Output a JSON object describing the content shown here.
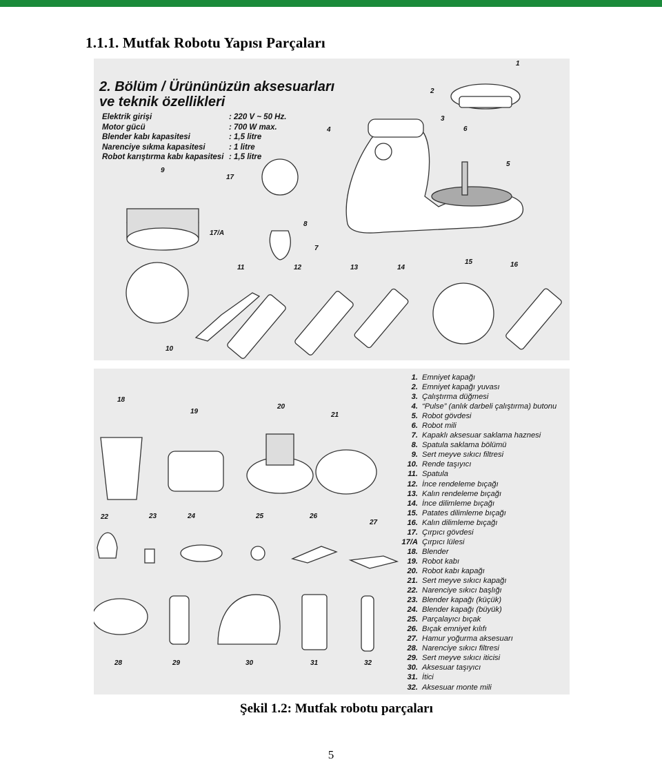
{
  "heading": "1.1.1. Mutfak Robotu Yapısı Parçaları",
  "figure_top": {
    "title": "2. Bölüm / Ürününüzün aksesuarları ve teknik özellikleri",
    "specs": [
      {
        "label": "Elektrik girişi",
        "value": ": 220 V ~ 50 Hz."
      },
      {
        "label": "Motor gücü",
        "value": ": 700 W max."
      },
      {
        "label": "Blender kabı kapasitesi",
        "value": ": 1,5 litre"
      },
      {
        "label": "Narenciye sıkma kapasitesi",
        "value": ": 1   litre"
      },
      {
        "label": "Robot karıştırma kabı kapasitesi",
        "value": ": 1,5 litre"
      }
    ],
    "numbers": [
      "1",
      "2",
      "3",
      "4",
      "5",
      "6",
      "7",
      "8",
      "9",
      "10",
      "11",
      "12",
      "13",
      "14",
      "15",
      "16",
      "17",
      "17/A"
    ]
  },
  "figure_bottom": {
    "numbers": [
      "18",
      "19",
      "20",
      "21",
      "22",
      "23",
      "24",
      "25",
      "26",
      "27",
      "28",
      "29",
      "30",
      "31",
      "32"
    ],
    "legend": [
      {
        "no": "1.",
        "text": "Emniyet kapağı"
      },
      {
        "no": "2.",
        "text": "Emniyet kapağı yuvası"
      },
      {
        "no": "3.",
        "text": "Çalıştırma düğmesi"
      },
      {
        "no": "4.",
        "text": "“Pulse” (anlık darbeli çalıştırma) butonu"
      },
      {
        "no": "5.",
        "text": "Robot gövdesi"
      },
      {
        "no": "6.",
        "text": "Robot mili"
      },
      {
        "no": "7.",
        "text": "Kapaklı aksesuar saklama haznesi"
      },
      {
        "no": "8.",
        "text": "Spatula saklama bölümü"
      },
      {
        "no": "9.",
        "text": "Sert meyve sıkıcı filtresi"
      },
      {
        "no": "10.",
        "text": "Rende taşıyıcı"
      },
      {
        "no": "11.",
        "text": "Spatula"
      },
      {
        "no": "12.",
        "text": "İnce rendeleme bıçağı"
      },
      {
        "no": "13.",
        "text": "Kalın rendeleme bıçağı"
      },
      {
        "no": "14.",
        "text": "İnce dilimleme bıçağı"
      },
      {
        "no": "15.",
        "text": "Patates dilimleme bıçağı"
      },
      {
        "no": "16.",
        "text": "Kalın dilimleme bıçağı"
      },
      {
        "no": "17.",
        "text": "Çırpıcı gövdesi"
      },
      {
        "no": "17/A",
        "text": "Çırpıcı lülesi"
      },
      {
        "no": "18.",
        "text": "Blender"
      },
      {
        "no": "19.",
        "text": "Robot kabı"
      },
      {
        "no": "20.",
        "text": "Robot kabı kapağı"
      },
      {
        "no": "21.",
        "text": "Sert meyve sıkıcı kapağı"
      },
      {
        "no": "22.",
        "text": "Narenciye sıkıcı başlığı"
      },
      {
        "no": "23.",
        "text": "Blender kapağı (küçük)"
      },
      {
        "no": "24.",
        "text": "Blender kapağı (büyük)"
      },
      {
        "no": "25.",
        "text": "Parçalayıcı bıçak"
      },
      {
        "no": "26.",
        "text": "Bıçak emniyet kılıfı"
      },
      {
        "no": "27.",
        "text": "Hamur yoğurma aksesuarı"
      },
      {
        "no": "28.",
        "text": "Narenciye sıkıcı filtresi"
      },
      {
        "no": "29.",
        "text": "Sert meyve sıkıcı iticisi"
      },
      {
        "no": "30.",
        "text": "Aksesuar taşıyıcı"
      },
      {
        "no": "31.",
        "text": "İtici"
      },
      {
        "no": "32.",
        "text": "Aksesuar monte mili"
      }
    ]
  },
  "caption": "Şekil 1.2: Mutfak robotu parçaları",
  "page_number": "5",
  "colors": {
    "top_bar": "#1a8a3a",
    "panel_bg": "#ebebeb"
  }
}
